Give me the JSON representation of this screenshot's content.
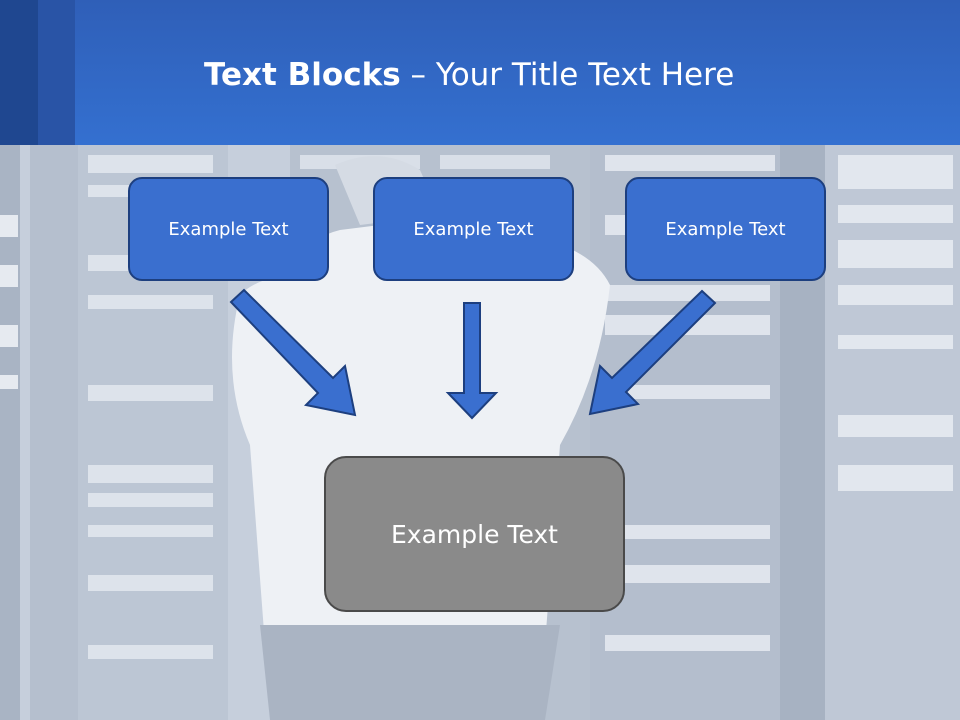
{
  "slide": {
    "title_bold": "Text Blocks",
    "title_dash": " – ",
    "title_rest": "Your Title Text Here"
  },
  "blocks": [
    {
      "label": "Example Text"
    },
    {
      "label": "Example Text"
    },
    {
      "label": "Example Text"
    }
  ],
  "target_block": {
    "label": "Example Text"
  },
  "colors": {
    "header": "#3470d0",
    "block_fill": "#3a6fcf",
    "block_border": "#1d3f7f",
    "target_fill": "#8a8a8a",
    "arrow_fill": "#3a6fcf",
    "arrow_stroke": "#1d3f7f"
  }
}
